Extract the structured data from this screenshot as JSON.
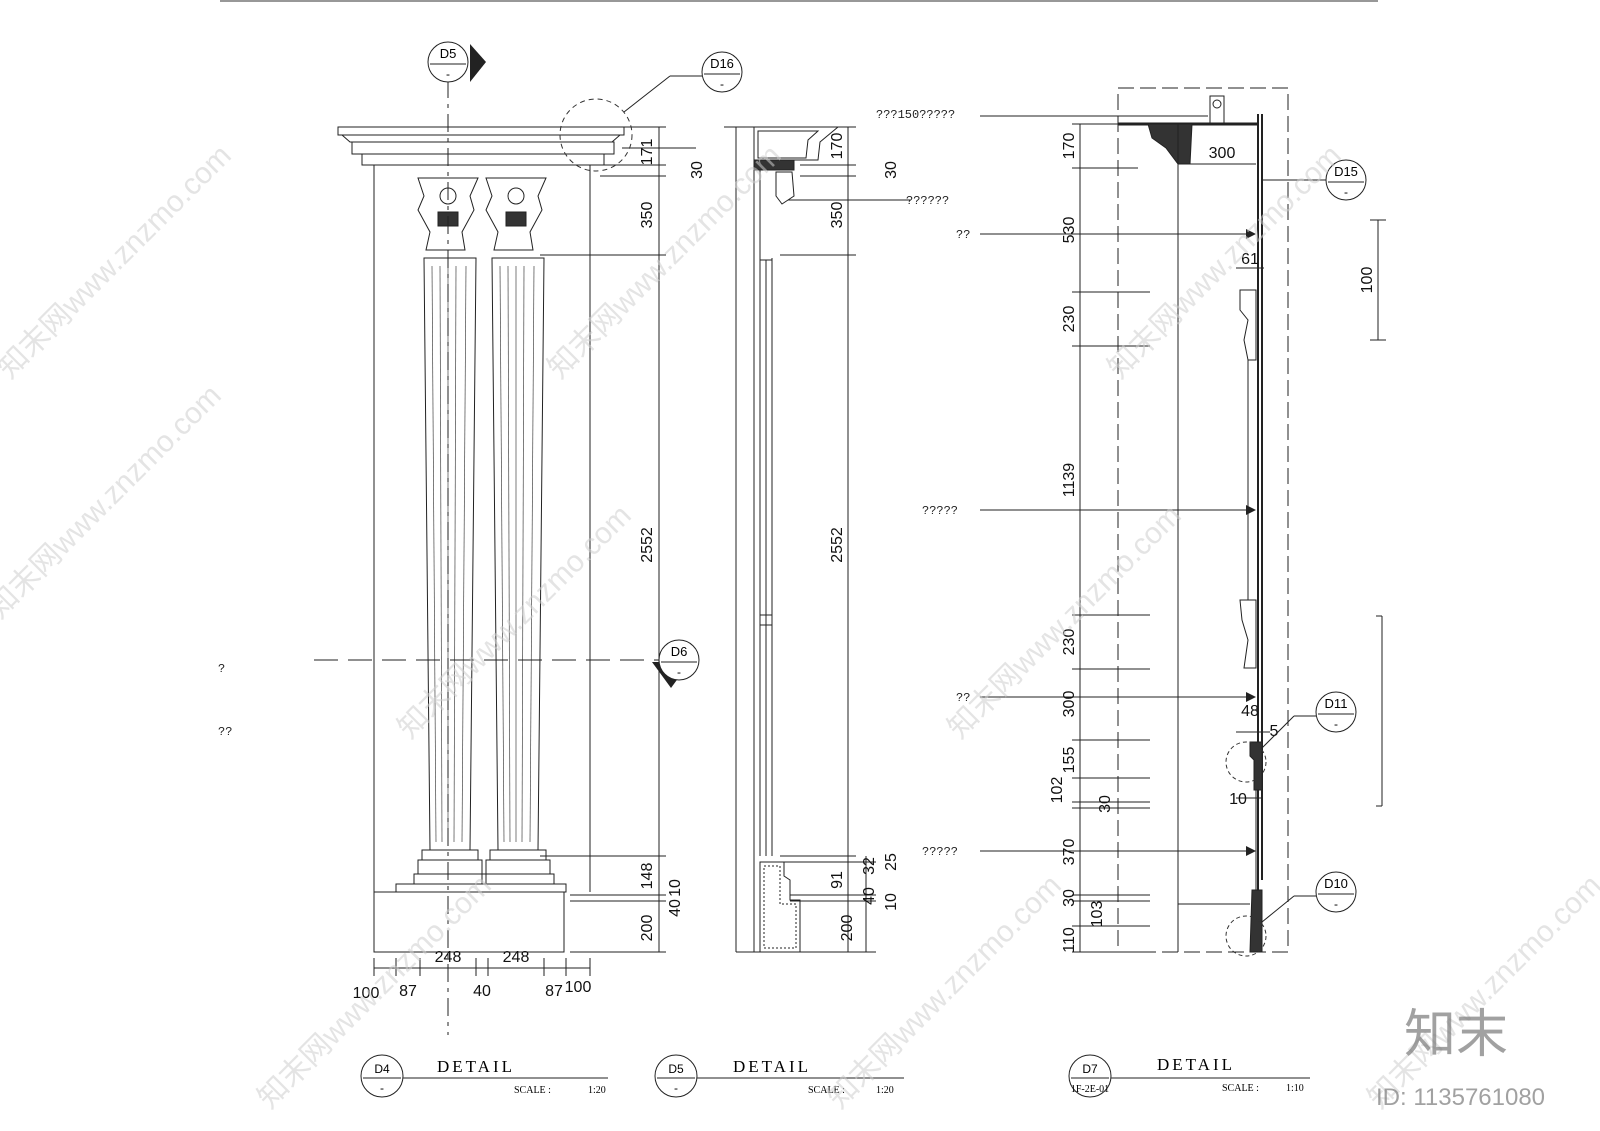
{
  "sections": {
    "d4": {
      "id": "D4",
      "sub": "-",
      "title": "DETAIL",
      "scale_label": "SCALE :",
      "scale": "1:20",
      "vertical_dims": [
        "171",
        "30",
        "350",
        "2552",
        "148",
        "10",
        "40",
        "200"
      ],
      "horizontal_dims_top": [
        "248",
        "248"
      ],
      "horizontal_dims_bottom": [
        "100",
        "87",
        "40",
        "87",
        "100"
      ],
      "callouts": [
        {
          "id": "D5",
          "sub": "-"
        },
        {
          "id": "D16",
          "sub": "-"
        },
        {
          "id": "D6",
          "sub": "-"
        }
      ],
      "left_notes": [
        "?",
        "??"
      ]
    },
    "d5": {
      "id": "D5",
      "sub": "-",
      "title": "DETAIL",
      "scale_label": "SCALE :",
      "scale": "1:20",
      "vertical_dims": [
        "170",
        "30",
        "350",
        "2552",
        "32",
        "25",
        "91",
        "40",
        "10",
        "200"
      ],
      "note": "??????"
    },
    "d7": {
      "id": "D7",
      "sub": "1F-2E-01",
      "title": "DETAIL",
      "scale_label": "SCALE :",
      "scale": "1:10",
      "vertical_dims": [
        "170",
        "530",
        "230",
        "1139",
        "230",
        "300",
        "155",
        "102",
        "30",
        "370",
        "30",
        "103",
        "110"
      ],
      "other_dims": [
        "300",
        "61",
        "100",
        "48",
        "5",
        "10"
      ],
      "notes": [
        "???150?????",
        "??",
        "?????",
        "??",
        "?????"
      ],
      "callouts": [
        {
          "id": "D15",
          "sub": "-"
        },
        {
          "id": "D11",
          "sub": "-"
        },
        {
          "id": "D10",
          "sub": "-"
        }
      ]
    }
  },
  "watermark": {
    "text": "知末网www.znzmo.com",
    "brand": "知末",
    "id_label": "ID: 1135761080"
  }
}
